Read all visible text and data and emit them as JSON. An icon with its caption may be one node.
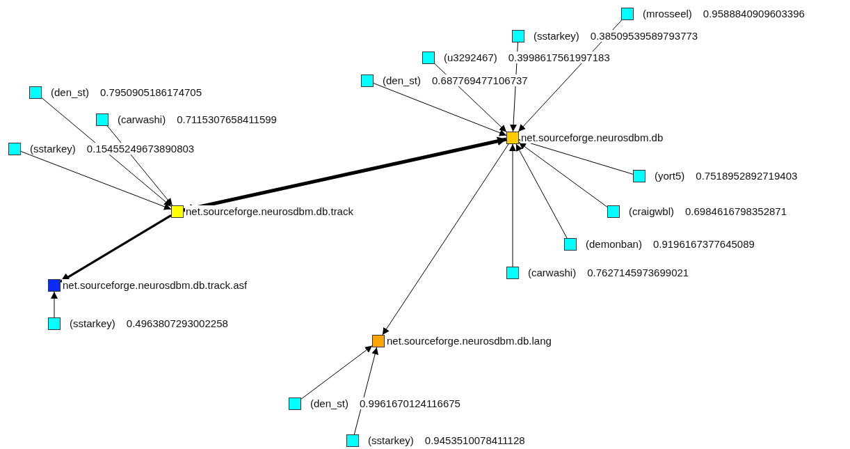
{
  "diagram": {
    "nodes": [
      {
        "text": [],
        "shape": "box",
        "beside": [
          "(mrosseel)",
          "0.9588840909603396"
        ]
      },
      {
        "text": [],
        "shape": "box",
        "beside": [
          "(sstarkey)",
          "0.38509539589793773"
        ]
      },
      {
        "text": [],
        "shape": "box",
        "beside": [
          "(u3292467)",
          "0.3998617561997183"
        ]
      },
      {
        "text": [],
        "shape": "box",
        "beside": [
          "(den_st)",
          "0.687769477106737"
        ]
      },
      {
        "text": [],
        "shape": "box",
        "beside": [
          "(den_st)",
          "0.7950905186174705"
        ]
      },
      {
        "text": [],
        "shape": "box",
        "beside": [
          "(carwashi)",
          "0.7115307658411599"
        ]
      },
      {
        "text": [],
        "shape": "box",
        "beside": [
          "net.sourceforge.neurosdbm.db"
        ]
      },
      {
        "text": [],
        "shape": "box",
        "beside": [
          "(sstarkey)",
          "0.15455249673890803"
        ]
      },
      {
        "text": [],
        "shape": "box",
        "beside": [
          "(yort5)",
          "0.7518952892719403"
        ]
      },
      {
        "text": [],
        "shape": "box",
        "beside": [
          "net.sourceforge.neurosdbm.db.track"
        ]
      },
      {
        "text": [],
        "shape": "box",
        "beside": [
          "(craigwbl)",
          "0.6984616798352871"
        ]
      },
      {
        "text": [],
        "shape": "box",
        "beside": [
          "(demonban)",
          "0.9196167377645089"
        ]
      },
      {
        "text": [],
        "shape": "box",
        "beside": [
          "(carwashi)",
          "0.7627145973699021"
        ]
      },
      {
        "text": [],
        "shape": "box",
        "beside": [
          "net.sourceforge.neurosdbm.db.track.asf"
        ]
      },
      {
        "text": [],
        "shape": "box",
        "beside": [
          "(sstarkey)",
          "0.4963807293002258"
        ]
      },
      {
        "text": [],
        "shape": "box",
        "beside": [
          "net.sourceforge.neurosdbm.db.lang"
        ]
      },
      {
        "text": [],
        "shape": "box",
        "beside": [
          "(den_st)",
          "0.9961670124116675"
        ]
      },
      {
        "text": [],
        "shape": "box",
        "beside": [
          "(sstarkey)",
          "0.9453510078411128"
        ]
      }
    ],
    "edges": [
      {
        "from": 0,
        "to": 6,
        "arrow": "to"
      },
      {
        "from": 1,
        "to": 6,
        "arrow": "to"
      },
      {
        "from": 2,
        "to": 6,
        "arrow": "to"
      },
      {
        "from": 3,
        "to": 6,
        "arrow": "to"
      },
      {
        "from": 4,
        "to": 9,
        "arrow": "to"
      },
      {
        "from": 5,
        "to": 9,
        "arrow": "to"
      },
      {
        "from": 7,
        "to": 9,
        "arrow": "to"
      },
      {
        "from": 9,
        "to": 6,
        "arrow": "both",
        "style": "thick"
      },
      {
        "from": 8,
        "to": 6,
        "arrow": "to"
      },
      {
        "from": 10,
        "to": 6,
        "arrow": "to"
      },
      {
        "from": 11,
        "to": 6,
        "arrow": "to"
      },
      {
        "from": 12,
        "to": 6,
        "arrow": "to"
      },
      {
        "from": 6,
        "to": 15,
        "arrow": "to"
      },
      {
        "from": 9,
        "to": 13,
        "arrow": "to",
        "style": "thick"
      },
      {
        "from": 14,
        "to": 13,
        "arrow": "to"
      },
      {
        "from": 16,
        "to": 15,
        "arrow": "to"
      },
      {
        "from": 17,
        "to": 15,
        "arrow": "to"
      }
    ]
  }
}
